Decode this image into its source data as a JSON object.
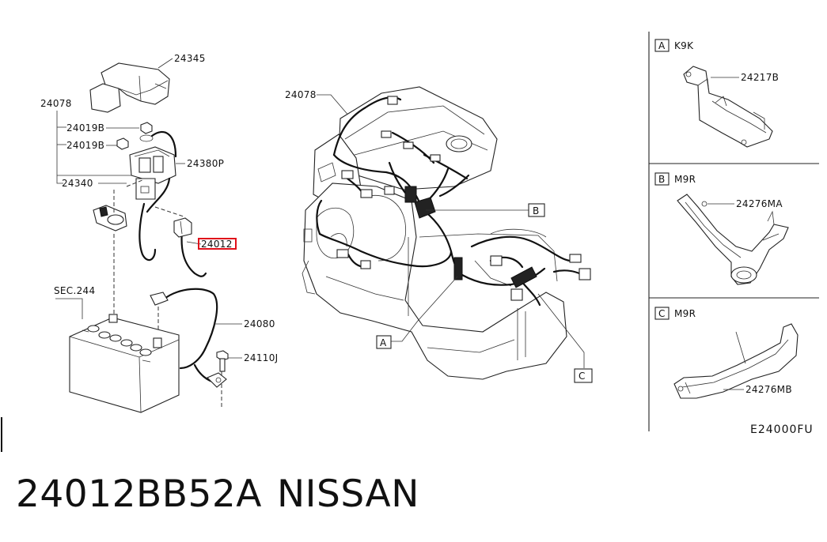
{
  "left_section": {
    "label_24345": "24345",
    "label_24078": "24078",
    "label_24019B_a": "24019B",
    "label_24019B_b": "24019B",
    "label_24380P": "24380P",
    "label_24340": "24340",
    "label_24012": "24012",
    "label_sec244": "SEC.244",
    "label_24080": "24080",
    "label_24110J": "24110J"
  },
  "center_section": {
    "label_24078": "24078",
    "callout_a": "A",
    "callout_b": "B",
    "callout_c": "C"
  },
  "detail_a": {
    "letter": "A",
    "model": "K9K",
    "part": "24217B"
  },
  "detail_b": {
    "letter": "B",
    "model": "M9R",
    "part": "24276MA"
  },
  "detail_c": {
    "letter": "C",
    "model": "M9R",
    "part": "24276MB"
  },
  "diagram_code": "E24000FU",
  "part_number": "24012BB52A",
  "brand": "NISSAN",
  "highlight_color": "#e0101a"
}
